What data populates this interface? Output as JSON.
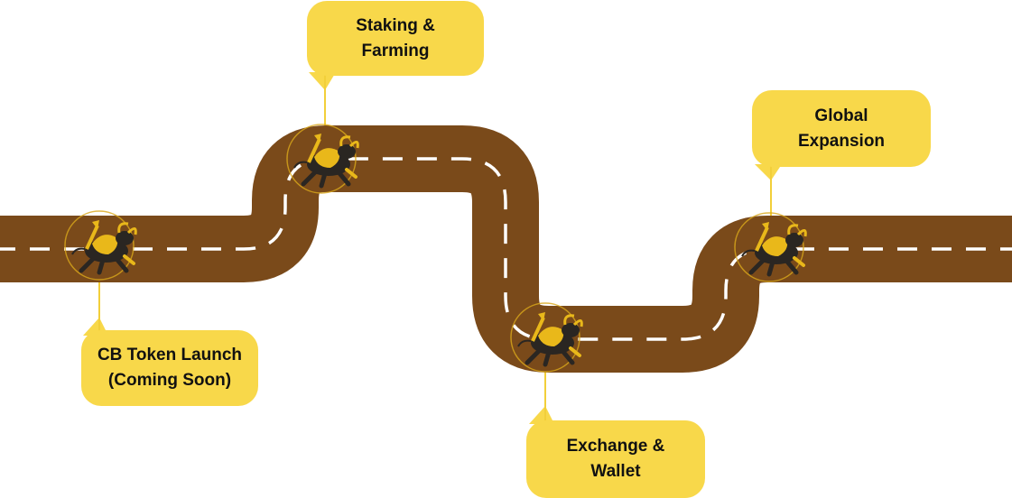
{
  "colors": {
    "road": "#7a4a1a",
    "dash": "#ffffff",
    "callout": "#f8d84a",
    "connector": "#f2cf3a",
    "text": "#111111",
    "bull_gold": "#e9b81a",
    "bull_dark": "#2a2622"
  },
  "milestones": [
    {
      "label": "CB Token Launch\n(Coming Soon)",
      "icon": "bull-icon"
    },
    {
      "label": "Staking &\nFarming",
      "icon": "bull-icon"
    },
    {
      "label": "Exchange &\nWallet",
      "icon": "bull-icon"
    },
    {
      "label": "Global\nExpansion",
      "icon": "bull-icon"
    }
  ]
}
